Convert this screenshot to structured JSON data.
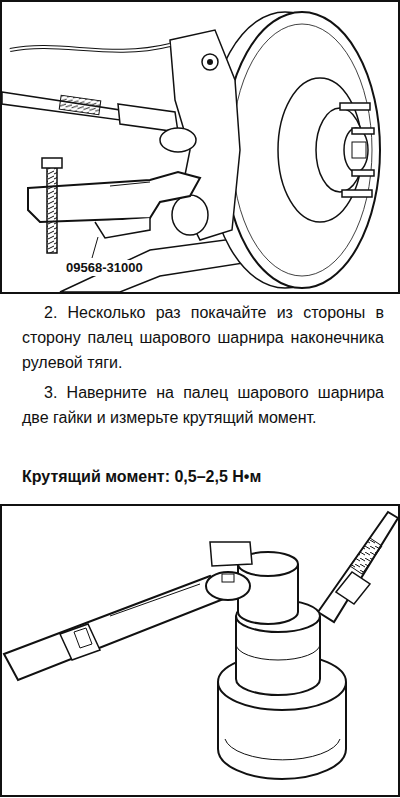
{
  "diagram": {
    "labels": [
      "09568-31000",
      "2. Несколько раз покачайте из стороны в сторону палец шарового шарнира наконечника рулевой тяги.",
      "3. Наверните на палец шарового шарнира две гайки и измерьте крутящий момент.",
      "Крутящий момент: 0,5–2,5 Н•м"
    ]
  }
}
